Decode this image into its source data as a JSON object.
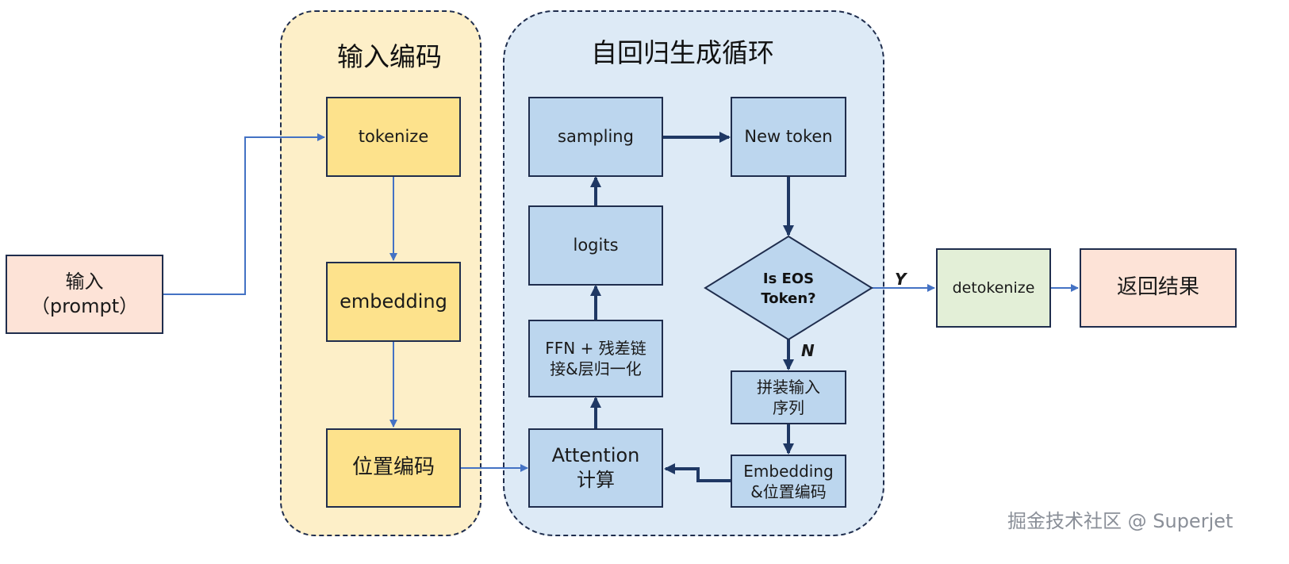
{
  "groups": {
    "input_encoding": "输入编码",
    "autoregressive_loop": "自回归生成循环"
  },
  "nodes": {
    "input_prompt": "输入\n（prompt）",
    "tokenize": "tokenize",
    "embedding": "embedding",
    "positional_encoding": "位置编码",
    "sampling": "sampling",
    "new_token": "New token",
    "logits": "logits",
    "ffn_residual": "FFN + 残差链\n接&层归一化",
    "attention": "Attention\n计算",
    "assemble_input": "拼装输入\n序列",
    "embedding_pos": "Embedding\n&位置编码",
    "is_eos": "Is EOS\nToken?",
    "detokenize": "detokenize",
    "return_result": "返回结果"
  },
  "edge_labels": {
    "yes": "Y",
    "no": "N"
  },
  "watermark": "掘金技术社区 @ Superjet",
  "colors": {
    "input_box": "#fde3d7",
    "encoding_group": "#fdefc8",
    "encoding_box": "#fde28c",
    "loop_group": "#ddeaf6",
    "loop_box": "#bcd6ee",
    "detokenize_box": "#e3efd7",
    "result_box": "#fde3d7",
    "thin_arrow": "#4472c4",
    "thick_arrow": "#1f3864"
  }
}
